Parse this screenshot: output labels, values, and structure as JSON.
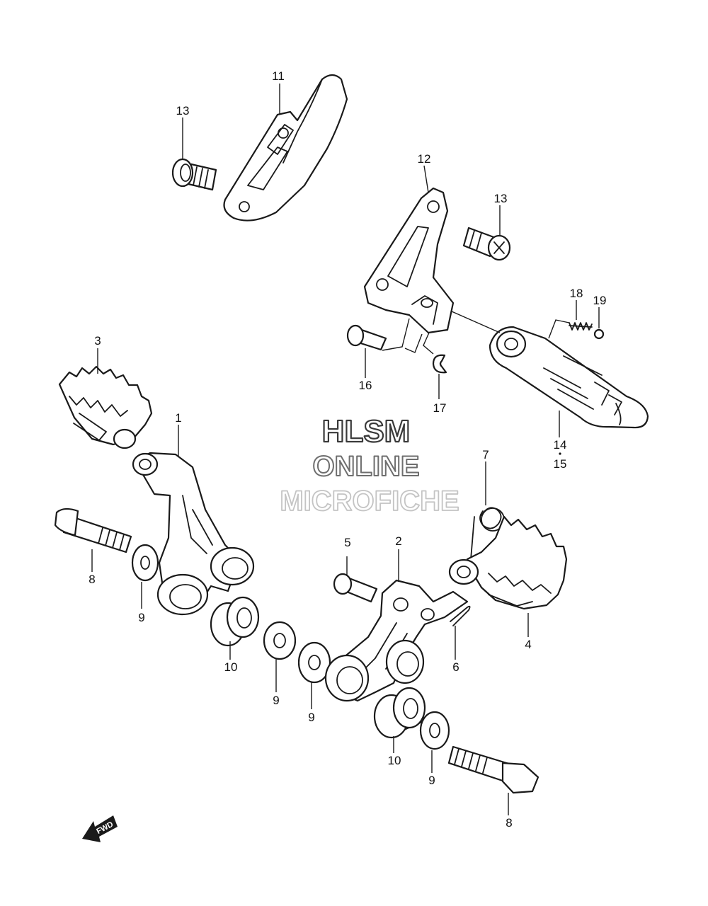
{
  "watermark": {
    "line1": "HLSM",
    "line2": "ONLINE",
    "line3": "MICROFICHE",
    "colors": {
      "line1": "#3a3a3a",
      "line2": "#6e6e6e",
      "line3": "#c4c4c4"
    }
  },
  "fwd_badge": {
    "label": "FWD"
  },
  "callouts": {
    "c1": "1",
    "c2": "2",
    "c3": "3",
    "c4": "4",
    "c5": "5",
    "c6": "6",
    "c7": "7",
    "c8a": "8",
    "c8b": "8",
    "c9a": "9",
    "c9b": "9",
    "c9c": "9",
    "c9d": "9",
    "c10a": "10",
    "c10b": "10",
    "c11": "11",
    "c12": "12",
    "c13a": "13",
    "c13b": "13",
    "c14": "14",
    "c15": "15",
    "c16": "16",
    "c17": "17",
    "c18": "18",
    "c19": "19"
  }
}
